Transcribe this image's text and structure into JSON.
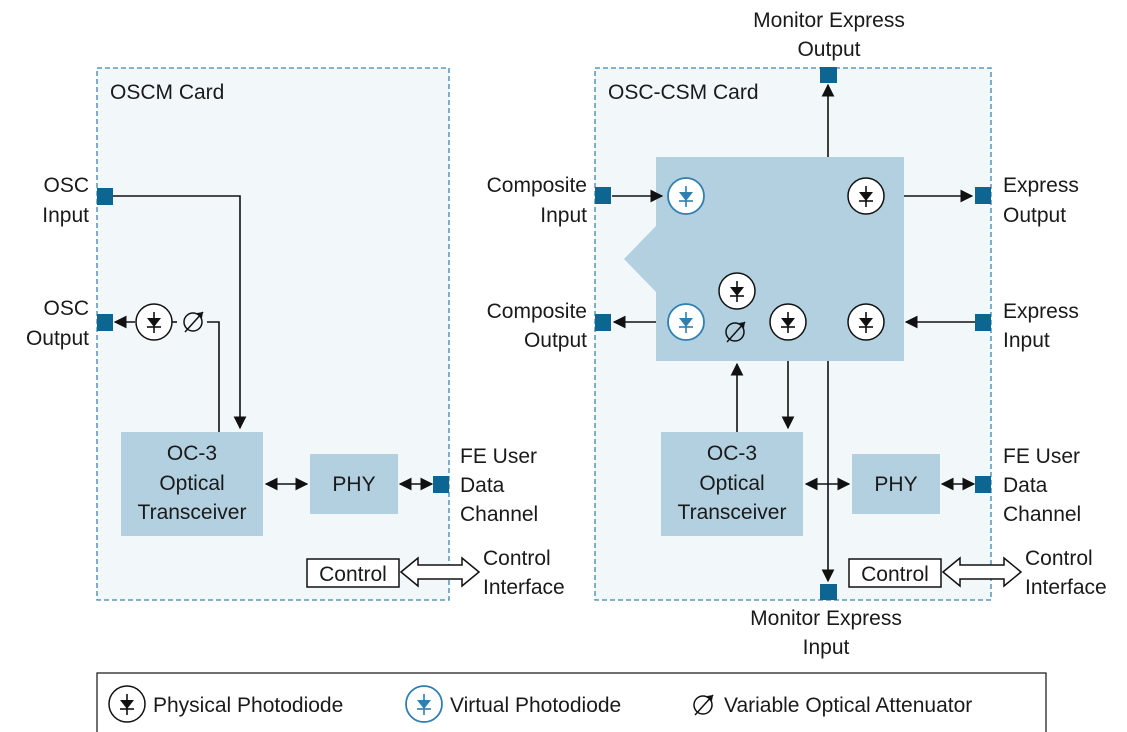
{
  "oscm_card": {
    "title": "OSCM Card",
    "osc_input": [
      "OSC",
      "Input"
    ],
    "osc_output": [
      "OSC",
      "Output"
    ],
    "transceiver": [
      "OC-3",
      "Optical",
      "Transceiver"
    ],
    "phy": "PHY",
    "fe_channel": [
      "FE User",
      "Data",
      "Channel"
    ],
    "control_box": "Control",
    "control_interface": [
      "Control",
      "Interface"
    ]
  },
  "osc_csm_card": {
    "title": "OSC-CSM Card",
    "monitor_express_output": [
      "Monitor Express",
      "Output"
    ],
    "composite_input": [
      "Composite",
      "Input"
    ],
    "composite_output": [
      "Composite",
      "Output"
    ],
    "express_output": [
      "Express",
      "Output"
    ],
    "express_input": [
      "Express",
      "Input"
    ],
    "transceiver": [
      "OC-3",
      "Optical",
      "Transceiver"
    ],
    "phy": "PHY",
    "fe_channel": [
      "FE User",
      "Data",
      "Channel"
    ],
    "control_box": "Control",
    "control_interface": [
      "Control",
      "Interface"
    ],
    "monitor_express_input": [
      "Monitor Express",
      "Input"
    ]
  },
  "legend": {
    "physical_photodiode": "Physical Photodiode",
    "virtual_photodiode": "Virtual Photodiode",
    "variable_optical_attenuator": "Variable Optical Attenuator"
  },
  "colors": {
    "card_border": "#3b86b5",
    "card_fill": "#f2f7fa",
    "block_fill": "#b3d0e0",
    "port_fill": "#0d6592",
    "virtual_photodiode_ring": "#2f7fb0"
  }
}
